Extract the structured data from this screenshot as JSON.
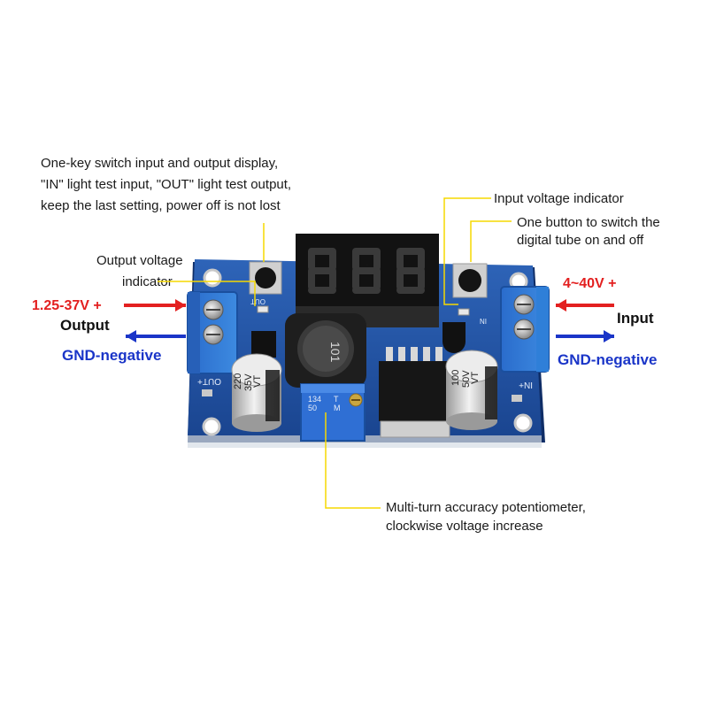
{
  "annotations": {
    "one_key_switch": [
      "One-key switch input and output display,",
      "\"IN\" light test input, \"OUT\" light test output,",
      "keep the last setting, power off is not lost"
    ],
    "output_voltage_indicator": [
      "Output voltage",
      "indicator"
    ],
    "input_voltage_indicator": "Input voltage indicator",
    "one_button_switch": [
      "One button to switch the",
      "digital tube on and off"
    ],
    "potentiometer": [
      "Multi-turn accuracy potentiometer,",
      "clockwise voltage increase"
    ]
  },
  "output_side": {
    "voltage": "1.25-37V +",
    "label": "Output",
    "gnd": "GND-negative"
  },
  "input_side": {
    "voltage": "4~40V +",
    "label": "Input",
    "gnd": "GND-negative"
  },
  "board": {
    "display_digits": "888",
    "pcb_out_label": "OUT",
    "pcb_in_label": "IN",
    "pcb_out_terminal": "OUT+",
    "pcb_in_terminal": "IN+",
    "cap_left": [
      "220",
      "35V",
      "VT"
    ],
    "cap_right": [
      "100",
      "50V",
      "VT"
    ],
    "inductor_code": "101",
    "pot_code": [
      "134",
      "50",
      "T",
      "M"
    ]
  },
  "colors": {
    "annotation_line": "#f5d800",
    "positive_arrow": "#e32020",
    "negative_arrow": "#1a35c8",
    "pcb": "#1f4fa0",
    "terminal": "#2a73d0"
  }
}
